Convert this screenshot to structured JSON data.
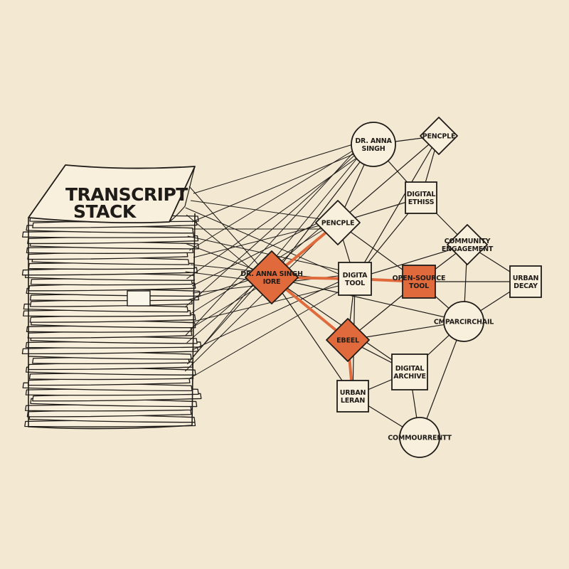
{
  "stack": {
    "title_line1": "TRANSCRIPT",
    "title_line2": "STACK"
  },
  "colors": {
    "background": "#f3e8d2",
    "ink": "#1e1b18",
    "paper": "#f8efdc",
    "highlight": "#e06a3c"
  },
  "nodes": [
    {
      "id": "anna-top",
      "shape": "circle",
      "lines": [
        "DR. ANNA",
        "SINGH"
      ],
      "highlight": false
    },
    {
      "id": "pencple-top",
      "shape": "diamond",
      "lines": [
        "PENCPLE"
      ],
      "highlight": false
    },
    {
      "id": "digital-ethics",
      "shape": "square",
      "lines": [
        "DIGITAL",
        "ETHISS"
      ],
      "highlight": false
    },
    {
      "id": "pencple-mid",
      "shape": "diamond",
      "lines": [
        "PENCPLE"
      ],
      "highlight": false
    },
    {
      "id": "community-engagement",
      "shape": "diamond",
      "lines": [
        "COMMUNITY",
        "ENGAGEMENT"
      ],
      "highlight": false
    },
    {
      "id": "anna-hub",
      "shape": "diamond",
      "lines": [
        "DR. ANNA SINGH",
        "IORE"
      ],
      "highlight": true
    },
    {
      "id": "digita-tool",
      "shape": "square",
      "lines": [
        "DIGITA",
        "TOOL"
      ],
      "highlight": false
    },
    {
      "id": "open-source-tool",
      "shape": "square",
      "lines": [
        "OPEN-SOURCE",
        "TOOL"
      ],
      "highlight": true
    },
    {
      "id": "urban-decay",
      "shape": "square",
      "lines": [
        "URBAN",
        "DECAY"
      ],
      "highlight": false
    },
    {
      "id": "cmpa",
      "shape": "circle",
      "lines": [
        "CMPARCIRCHAIL"
      ],
      "highlight": false
    },
    {
      "id": "ebeel",
      "shape": "diamond",
      "lines": [
        "EBEEL"
      ],
      "highlight": true
    },
    {
      "id": "digital-archive",
      "shape": "square",
      "lines": [
        "DIGITAL",
        "ARCHIVE"
      ],
      "highlight": false
    },
    {
      "id": "urban-leran",
      "shape": "square",
      "lines": [
        "URBAN",
        "LERAN"
      ],
      "highlight": false
    },
    {
      "id": "commour",
      "shape": "circle",
      "lines": [
        "COMMOURRENTT"
      ],
      "highlight": false
    }
  ],
  "edges": [
    [
      "anna-top",
      "pencple-top"
    ],
    [
      "anna-top",
      "digital-ethics"
    ],
    [
      "anna-top",
      "anna-hub"
    ],
    [
      "anna-top",
      "pencple-mid"
    ],
    [
      "pencple-top",
      "digital-ethics"
    ],
    [
      "pencple-top",
      "digita-tool"
    ],
    [
      "pencple-top",
      "pencple-mid"
    ],
    [
      "digital-ethics",
      "pencple-mid"
    ],
    [
      "digital-ethics",
      "community-engagement"
    ],
    [
      "digital-ethics",
      "digita-tool"
    ],
    [
      "pencple-mid",
      "digita-tool"
    ],
    [
      "pencple-mid",
      "open-source-tool"
    ],
    [
      "pencple-mid",
      "anna-hub"
    ],
    [
      "community-engagement",
      "urban-decay"
    ],
    [
      "community-engagement",
      "cmpa"
    ],
    [
      "community-engagement",
      "open-source-tool"
    ],
    [
      "community-engagement",
      "digita-tool"
    ],
    [
      "anna-hub",
      "digita-tool"
    ],
    [
      "anna-hub",
      "urban-leran"
    ],
    [
      "anna-hub",
      "digital-archive"
    ],
    [
      "anna-hub",
      "cmpa"
    ],
    [
      "digita-tool",
      "open-source-tool"
    ],
    [
      "digita-tool",
      "ebeel"
    ],
    [
      "digita-tool",
      "urban-leran"
    ],
    [
      "open-source-tool",
      "cmpa"
    ],
    [
      "open-source-tool",
      "urban-decay"
    ],
    [
      "open-source-tool",
      "ebeel"
    ],
    [
      "urban-decay",
      "cmpa"
    ],
    [
      "cmpa",
      "ebeel"
    ],
    [
      "cmpa",
      "digital-archive"
    ],
    [
      "ebeel",
      "digital-archive"
    ],
    [
      "ebeel",
      "urban-leran"
    ],
    [
      "digital-archive",
      "urban-leran"
    ],
    [
      "digital-archive",
      "commour"
    ],
    [
      "urban-leran",
      "commour"
    ],
    [
      "cmpa",
      "commour"
    ]
  ],
  "highlight_edges": [
    [
      "anna-hub",
      "pencple-mid"
    ],
    [
      "anna-hub",
      "digita-tool"
    ],
    [
      "anna-hub",
      "ebeel"
    ],
    [
      "digita-tool",
      "open-source-tool"
    ],
    [
      "ebeel",
      "urban-leran"
    ]
  ],
  "stack_links": [
    "anna-hub",
    "anna-top",
    "pencple-mid",
    "digita-tool"
  ]
}
